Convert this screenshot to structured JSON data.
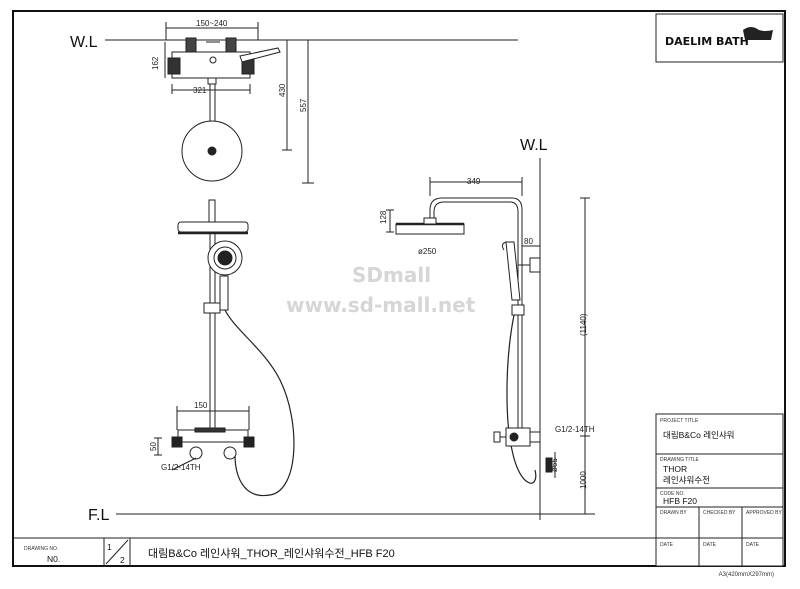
{
  "brand": {
    "logo_text": "DAELIM BATH"
  },
  "levels": {
    "wall_line": "W.L",
    "floor_line": "F.L"
  },
  "dimensions": {
    "spacing": "150~240",
    "height_162": "162",
    "width_321": "321",
    "height_430": "430",
    "height_557": "557",
    "arm_349": "349",
    "head_128": "128",
    "diameter_250": "ø250",
    "offset_80": "80",
    "height_1140": "(1140)",
    "height_1000": "1000",
    "width_150": "150",
    "height_50": "50",
    "thread_front": "G1/2-14TH",
    "thread_side": "G1/2-14TH",
    "diameter_65": "ø65"
  },
  "watermark": {
    "line1": "SDmall",
    "line2": "www.sd-mall.net"
  },
  "title_block": {
    "project_title_label": "PROJECT TITLE",
    "project_title": "대림B&Co 레인샤워",
    "drawing_title_label": "DRAWING TITLE",
    "drawing_title_1": "THOR",
    "drawing_title_2": "레인샤워수전",
    "code_no_label": "CODE NO.",
    "code_no": "HFB F20",
    "drawn_by_label": "DRAWN BY",
    "checked_by_label": "CHECKED BY",
    "approved_by_label": "APPROVED BY",
    "date_label": "DATE",
    "drawing_no_label": "DRAWING NO.",
    "drawing_no": "N0.",
    "sheet_num": "1",
    "sheet_total": "2",
    "bottom_title": "대림B&Co 레인샤워_THOR_레인샤워수전_HFB F20"
  },
  "paper_size": "A3(420mmX297mm)"
}
